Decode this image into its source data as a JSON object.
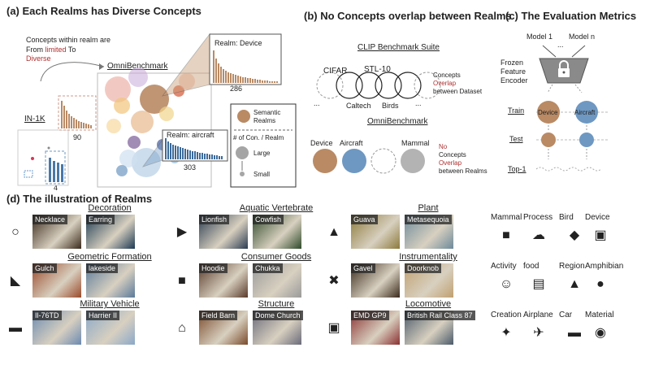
{
  "panel_a": {
    "title": "(a) Each Realms has Diverse Concepts",
    "note_line1": "Concepts within realm are",
    "note_from": "From",
    "note_limited": "limited",
    "note_to": "To",
    "note_diverse": "Diverse",
    "omnibench": "OmniBenchmark",
    "in1k": "IN-1K",
    "in1k_count_top": "90",
    "in1k_count_bottom": "4",
    "realm_device": "Realm: Device",
    "device_count": "286",
    "realm_aircraft": "Realm: aircraft",
    "aircraft_count": "303",
    "legend_semantic": "Semantic Realms",
    "legend_num": "# of Con. / Realm",
    "legend_large": "Large",
    "legend_small": "Small"
  },
  "panel_b": {
    "title": "(b) No Concepts overlap between Realms",
    "clip_title": "CLIP Benchmark Suite",
    "cifar": "CIFAR",
    "stl": "STL-10",
    "caltech": "Caltech",
    "birds": "Birds",
    "dots": "...",
    "concepts": "Concepts",
    "overlap": "Overlap",
    "between_dataset": "between Dataset",
    "omnibench": "OmniBenchmark",
    "device": "Device",
    "aircraft": "Aircraft",
    "mammal": "Mammal",
    "no": "No",
    "between_realms": "between Realms"
  },
  "panel_c": {
    "title": "(c) The Evaluation Metrics",
    "model1": "Model 1",
    "modeln": "Model n",
    "frozen": "Frozen",
    "feature": "Feature",
    "encoder": "Encoder",
    "train": "Train",
    "test": "Test",
    "top1": "Top-1",
    "device": "Device",
    "aircraft": "Aircraft",
    "dots": "..."
  },
  "panel_d": {
    "title": "(d) The illustration of Realms",
    "categories": [
      {
        "title": "Decoration",
        "photos": [
          "Necklace",
          "Earring"
        ],
        "icon": "ring-icon"
      },
      {
        "title": "Aquatic Vertebrate",
        "photos": [
          "Lionfish",
          "Cowfish"
        ],
        "icon": "fish-icon"
      },
      {
        "title": "Plant",
        "photos": [
          "Guava",
          "Metasequoia"
        ],
        "icon": "tree-icon"
      },
      {
        "title": "Geometric Formation",
        "photos": [
          "Gulch",
          "lakeside"
        ],
        "icon": "landscape-icon"
      },
      {
        "title": "Consumer Goods",
        "photos": [
          "Hoodie",
          "Chukka"
        ],
        "icon": "tshirt-icon"
      },
      {
        "title": "Instrumentality",
        "photos": [
          "Gavel",
          "Doorknob"
        ],
        "icon": "tools-icon"
      },
      {
        "title": "Military Vehicle",
        "photos": [
          "Il-76TD",
          "Harrier II"
        ],
        "icon": "ship-icon"
      },
      {
        "title": "Structure",
        "photos": [
          "Field Barn",
          "Dome Church"
        ],
        "icon": "house-icon"
      },
      {
        "title": "Locomotive",
        "photos": [
          "EMD GP9",
          "British Rail Class 87"
        ],
        "icon": "train-icon"
      }
    ],
    "legend_rows": [
      [
        "Mammal",
        "Process",
        "Bird",
        "Device"
      ],
      [
        "Activity",
        "food",
        "Region",
        "Amphibian"
      ],
      [
        "Creation",
        "Airplane",
        "Car",
        "Material"
      ]
    ]
  },
  "colors": {
    "brown": "#b98a64",
    "blue": "#6e98c2",
    "gray": "#b3b3b3",
    "red": "#b03030"
  }
}
